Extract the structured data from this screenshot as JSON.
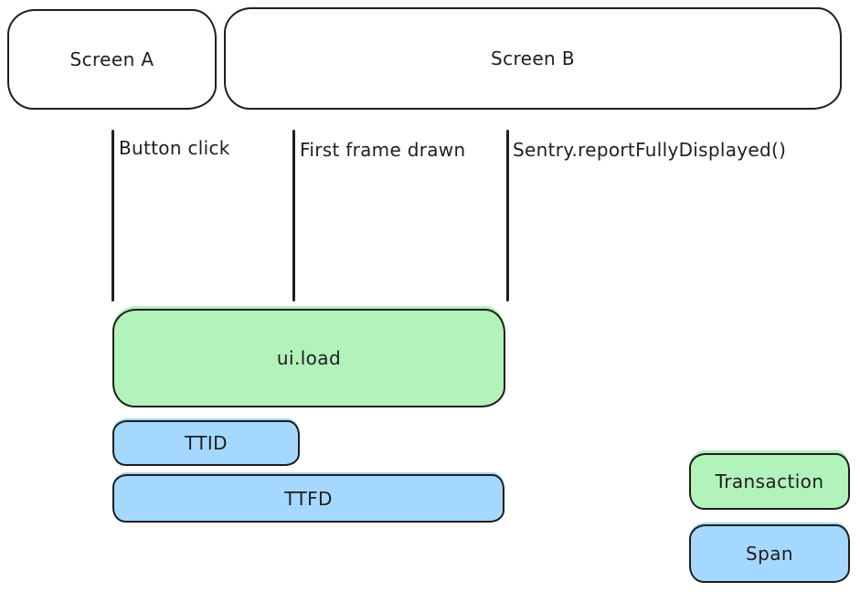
{
  "screens": [
    {
      "label": "Screen A"
    },
    {
      "label": "Screen B"
    }
  ],
  "markers": [
    {
      "label": "Button click"
    },
    {
      "label": "First frame drawn"
    },
    {
      "label": "Sentry.reportFullyDisplayed()"
    }
  ],
  "bars": [
    {
      "label": "ui.load",
      "kind": "transaction"
    },
    {
      "label": "TTID",
      "kind": "span"
    },
    {
      "label": "TTFD",
      "kind": "span"
    }
  ],
  "legend": [
    {
      "label": "Transaction",
      "kind": "transaction"
    },
    {
      "label": "Span",
      "kind": "span"
    }
  ],
  "colors": {
    "transaction": "#b2f2bb",
    "span": "#a5d8ff",
    "stroke": "#1e1e1e",
    "background": "#ffffff"
  }
}
